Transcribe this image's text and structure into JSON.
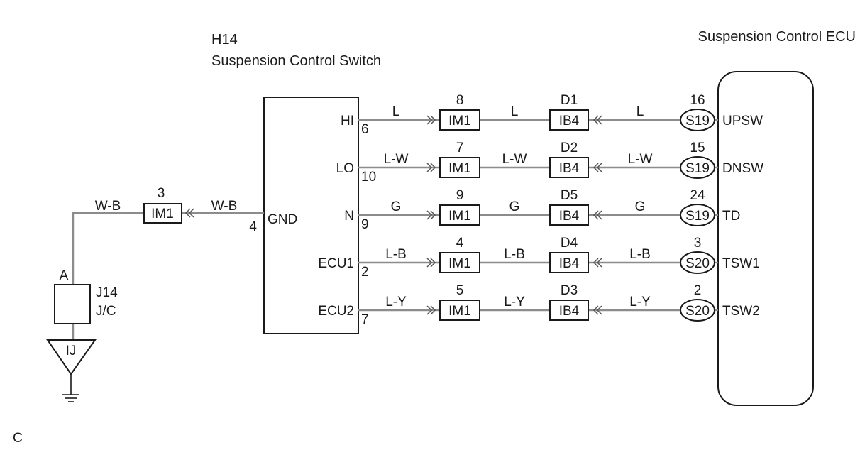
{
  "switch": {
    "code": "H14",
    "title": "Suspension Control Switch",
    "gnd_label": "GND",
    "gnd_pin": "4"
  },
  "ecu": {
    "title": "Suspension Control ECU"
  },
  "rows": [
    {
      "sw_label": "HI",
      "sw_pin": "6",
      "wire1": "L",
      "c1_pin": "8",
      "c1": "IM1",
      "wire2": "L",
      "c2_pin": "D1",
      "c2": "IB4",
      "wire3": "L",
      "ecu_pin": "16",
      "ecu_conn": "S19",
      "ecu_term": "UPSW"
    },
    {
      "sw_label": "LO",
      "sw_pin": "10",
      "wire1": "L-W",
      "c1_pin": "7",
      "c1": "IM1",
      "wire2": "L-W",
      "c2_pin": "D2",
      "c2": "IB4",
      "wire3": "L-W",
      "ecu_pin": "15",
      "ecu_conn": "S19",
      "ecu_term": "DNSW"
    },
    {
      "sw_label": "N",
      "sw_pin": "9",
      "wire1": "G",
      "c1_pin": "9",
      "c1": "IM1",
      "wire2": "G",
      "c2_pin": "D5",
      "c2": "IB4",
      "wire3": "G",
      "ecu_pin": "24",
      "ecu_conn": "S19",
      "ecu_term": "TD"
    },
    {
      "sw_label": "ECU1",
      "sw_pin": "2",
      "wire1": "L-B",
      "c1_pin": "4",
      "c1": "IM1",
      "wire2": "L-B",
      "c2_pin": "D4",
      "c2": "IB4",
      "wire3": "L-B",
      "ecu_pin": "3",
      "ecu_conn": "S20",
      "ecu_term": "TSW1"
    },
    {
      "sw_label": "ECU2",
      "sw_pin": "7",
      "wire1": "L-Y",
      "c1_pin": "5",
      "c1": "IM1",
      "wire2": "L-Y",
      "c2_pin": "D3",
      "c2": "IB4",
      "wire3": "L-Y",
      "ecu_pin": "2",
      "ecu_conn": "S20",
      "ecu_term": "TSW2"
    }
  ],
  "ground": {
    "wire_left": "W-B",
    "conn_pin": "3",
    "conn": "IM1",
    "wire_right": "W-B",
    "jc_pin": "A",
    "jc_code": "J14",
    "jc_type": "J/C",
    "ground_point": "IJ"
  },
  "footer_label": "C"
}
